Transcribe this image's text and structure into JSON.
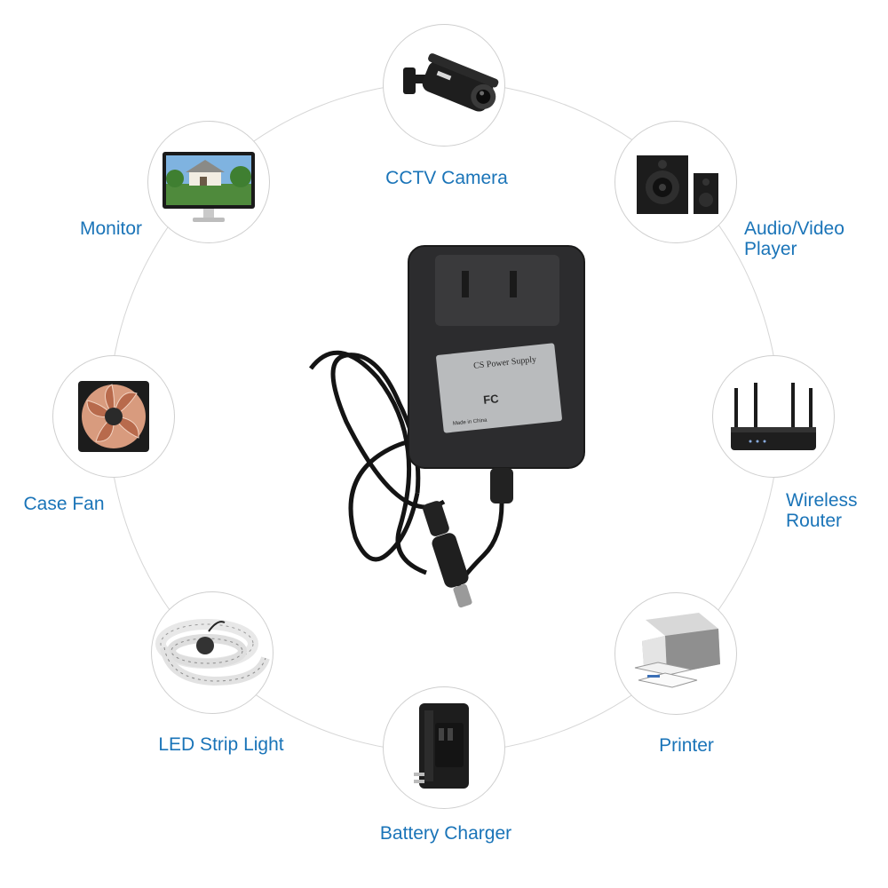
{
  "devices": [
    {
      "id": "cctv",
      "label": "CCTV Camera",
      "icon": "cctv-camera-icon"
    },
    {
      "id": "av",
      "label_line1": "Audio/Video",
      "label_line2": "Player",
      "icon": "speaker-icon"
    },
    {
      "id": "router",
      "label_line1": "Wireless",
      "label_line2": "Router",
      "icon": "wireless-router-icon"
    },
    {
      "id": "printer",
      "label": "Printer",
      "icon": "printer-icon"
    },
    {
      "id": "charger",
      "label": "Battery Charger",
      "icon": "battery-charger-icon"
    },
    {
      "id": "led",
      "label": "LED Strip Light",
      "icon": "led-strip-icon"
    },
    {
      "id": "fan",
      "label": "Case Fan",
      "icon": "case-fan-icon"
    },
    {
      "id": "monitor",
      "label": "Monitor",
      "icon": "monitor-icon"
    }
  ],
  "adapter": {
    "icon": "power-adapter-icon",
    "label_brand": "CS Power Supply",
    "label_made_in": "Made in China",
    "cert_fc": "FC"
  },
  "colors": {
    "label_text": "#1a74b8",
    "ring": "#d6d6d6",
    "adapter_body": "#2c2c2e",
    "adapter_label": "#b9bbbd"
  }
}
